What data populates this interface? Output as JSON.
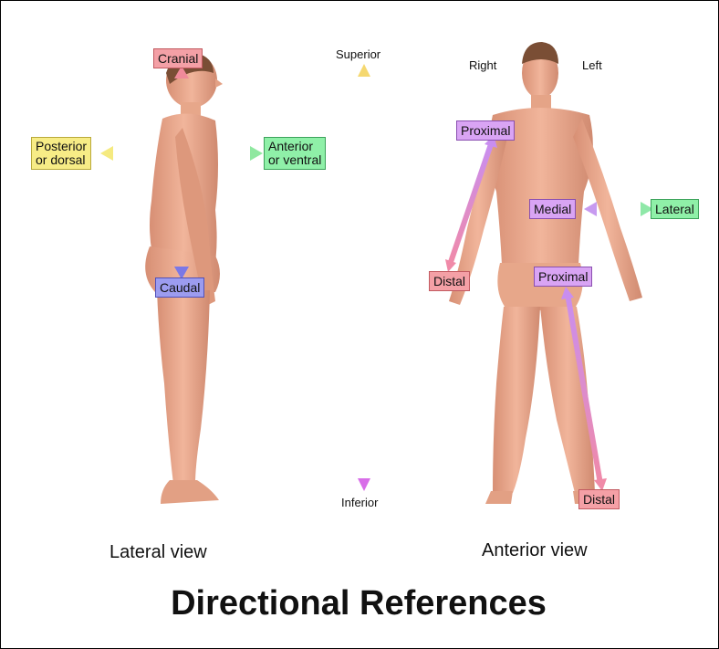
{
  "title": "Directional References",
  "views": {
    "lateral": "Lateral view",
    "anterior": "Anterior view"
  },
  "axis": {
    "superior": "Superior",
    "inferior": "Inferior"
  },
  "lateral_labels": {
    "cranial": "Cranial",
    "caudal": "Caudal",
    "posterior_line1": "Posterior",
    "posterior_line2": "or dorsal",
    "anterior_line1": "Anterior",
    "anterior_line2": "or ventral"
  },
  "anterior_labels": {
    "right": "Right",
    "left": "Left",
    "proximal_arm": "Proximal",
    "distal_arm": "Distal",
    "medial": "Medial",
    "lateral": "Lateral",
    "proximal_leg": "Proximal",
    "distal_leg": "Distal"
  },
  "colors": {
    "skin": "#e9a98c",
    "skin_shadow": "#c9806a",
    "hair": "#7a4e35",
    "label_red": "#f4a0a6",
    "label_blue": "#9c9cf0",
    "label_yellow": "#f7ec86",
    "label_green": "#8ff0a8",
    "label_purple": "#d9a4f4"
  }
}
